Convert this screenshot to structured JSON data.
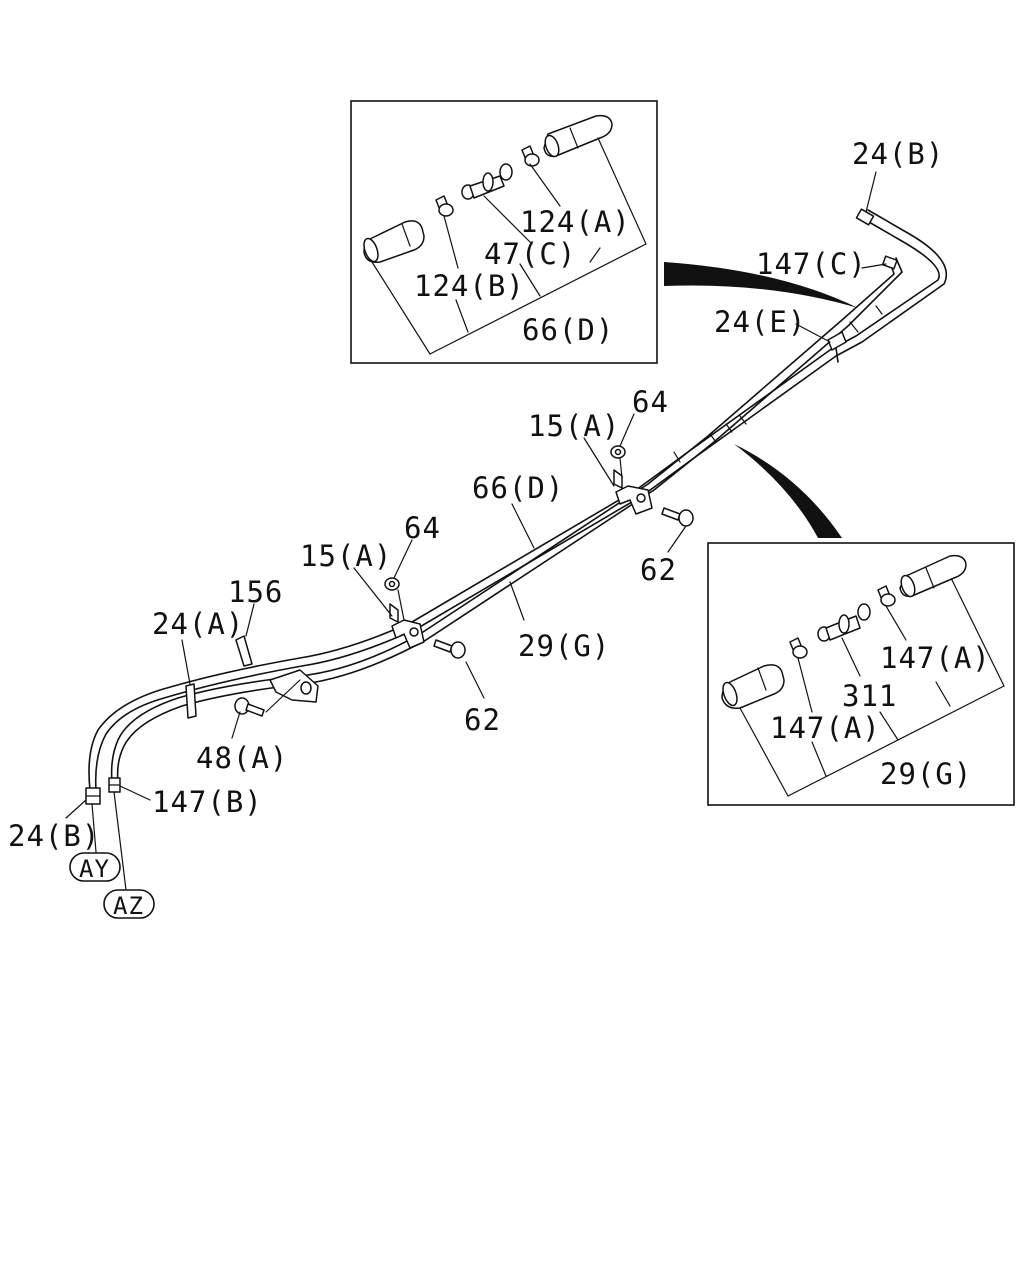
{
  "labels": {
    "inset_top": {
      "p124a": "124(A)",
      "p47c": "47(C)",
      "p124b": "124(B)",
      "p66d": "66(D)"
    },
    "inset_bottom": {
      "p147a_top": "147(A)",
      "p311": "311",
      "p147a_bottom": "147(A)",
      "p29g": "29(G)"
    },
    "main": {
      "p24b_top": "24(B)",
      "p147c": "147(C)",
      "p24e": "24(E)",
      "p15a_right": "15(A)",
      "p64_right": "64",
      "p66d": "66(D)",
      "p62_right": "62",
      "p64_left": "64",
      "p15a_left": "15(A)",
      "p156": "156",
      "p24a": "24(A)",
      "p29g": "29(G)",
      "p62_left": "62",
      "p48a": "48(A)",
      "p24b_bottom": "24(B)",
      "p147b": "147(B)"
    },
    "connectors": {
      "ay": "AY",
      "az": "AZ"
    }
  }
}
